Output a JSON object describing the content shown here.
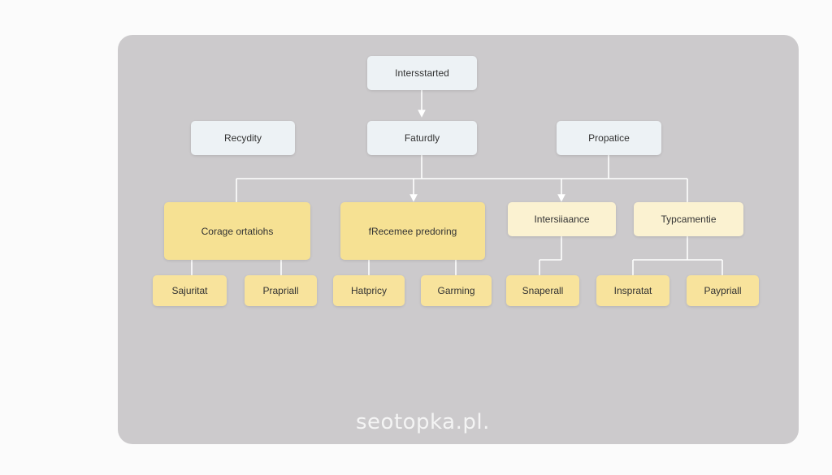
{
  "diagram": {
    "root": "Intersstarted",
    "level1": [
      "Recydity",
      "Faturdly",
      "Propatice"
    ],
    "level2": [
      "Corage ortatiohs",
      "fRecemee predoring",
      "Intersiiaance",
      "Typcamentie"
    ],
    "leaves": [
      "Sajuritat",
      "Prapriall",
      "Hatpricy",
      "Garming",
      "Snaperall",
      "Inspratat",
      "Paypriall"
    ]
  },
  "watermark": "seotopka.pl.",
  "colors": {
    "panel": "#cccacc",
    "light_node": "#edf2f5",
    "yellow_node": "#f6e193",
    "pale_node": "#fbf2d1",
    "connector": "#ffffff"
  }
}
